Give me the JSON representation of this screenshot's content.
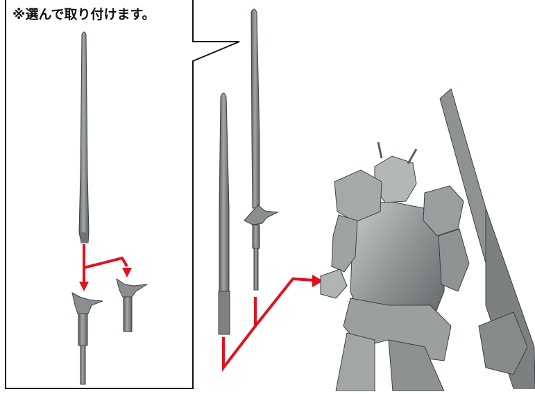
{
  "instruction": {
    "note_text": "※選んで取り付けます。"
  },
  "colors": {
    "arrow_red": "#e0121e",
    "part_gray": "#7f8384",
    "part_dark": "#5a5e60",
    "panel_line": "#111111"
  },
  "illustration": {
    "left_panel_parts": [
      "long-blade",
      "hilt-guard-a",
      "hilt-guard-b"
    ],
    "right_parts": [
      "tall-spear",
      "short-blade",
      "mobile-suit-figure"
    ]
  }
}
